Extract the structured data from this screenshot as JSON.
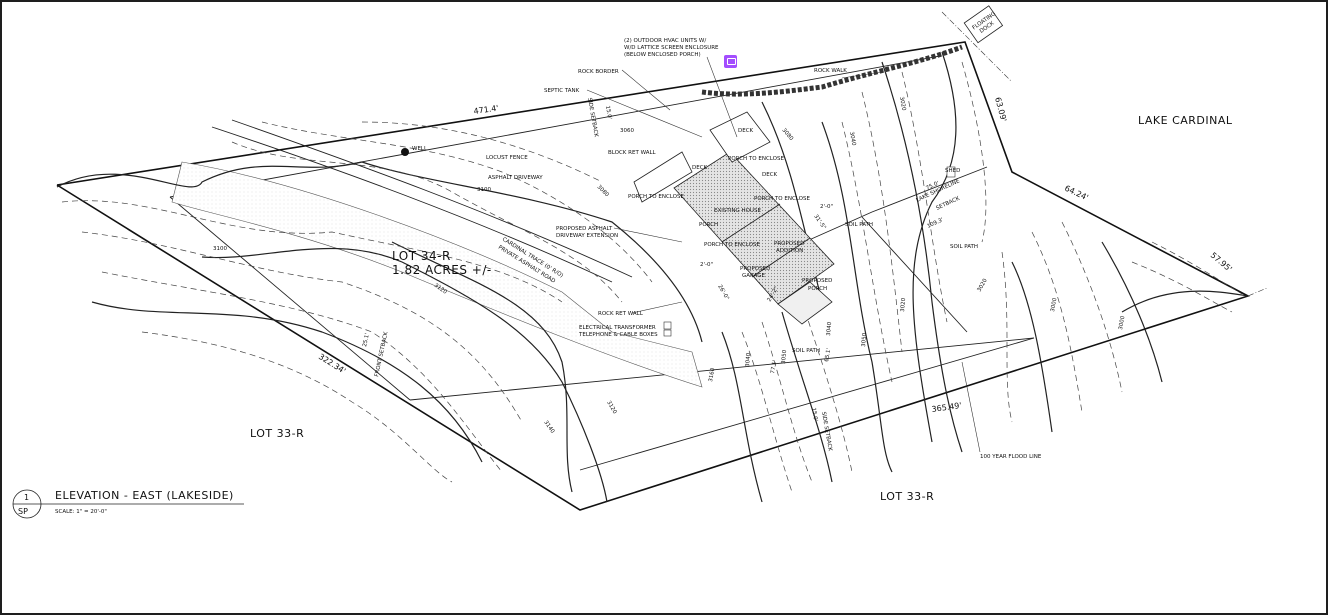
{
  "drawing": {
    "title": "ELEVATION - EAST (LAKESIDE)",
    "scale": "SCALE: 1\" = 20'-0\"",
    "detail_number": "1",
    "sheet": "SP"
  },
  "areas": {
    "lake": "LAKE CARDINAL",
    "lot_name": "LOT 34-R",
    "lot_acres": "1.82  ACRES +/-",
    "lot_left": "LOT 33-R",
    "lot_bottom": "LOT 33-R"
  },
  "dimensions": {
    "top": "471.4'",
    "right_upper": "63.09'",
    "right_mid": "64.24'",
    "right_lower": "57.95'",
    "left": "322.34'",
    "bottom": "365.49'",
    "front_setback_dim": "25.1'",
    "side_setback_dim": "15.0'",
    "side_setback_dim_2": "15.0'",
    "shoreline_setback_dim": "75.0'",
    "house_width": "26'-0\"",
    "offset_1": "2'-0\"",
    "offset_2": "2'-0\"",
    "dist_1": "31'-5\"",
    "dist_2": "24'-2\"",
    "dist_3": "77.1'",
    "dist_4": "65.1'",
    "dist_5": "109.3'"
  },
  "labels": {
    "hvac_1": "(2)  OUTDOOR HVAC UNITS W/",
    "hvac_2": "W/D LATTICE SCREEN ENCLOSURE",
    "hvac_3": "(BELOW ENCLOSED PORCH)",
    "rock_border": "ROCK BORDER",
    "septic": "SEPTIC TANK",
    "rock_walk": "ROCK WALK",
    "floating_dock_1": "FLOATING",
    "floating_dock_2": "DOCK",
    "block_wall": "BLOCK RET WALL",
    "locust_fence": "LOCUST FENCE",
    "asphalt_drive": "ASPHALT DRIVEWAY",
    "proposed_drive_1": "PROPOSED ASPHALT",
    "proposed_drive_2": "DRIVEWAY EXTENSION",
    "road_1": "CARDINAL TRACE (0' R/O)",
    "road_2": "PRIVATE ASPHALT ROAD",
    "rock_ret_wall": "ROCK RET WALL",
    "transformer": "ELECTRICAL TRANSFORMER",
    "telephone": "TELEPHONE & CABLE BOXES",
    "front_setback": "FRONT SETBACK",
    "side_setback": "SIDE SETBACK",
    "shoreline_1": "75.0'",
    "shoreline_2": "LAKE SHORELINE",
    "shoreline_3": "SETBACK",
    "shed": "SHED",
    "soil_path_1": "SOIL PATH",
    "soil_path_2": "SOIL PATH",
    "soil_path_3": "SOIL PATH",
    "flood_line": "100 YEAR FLOOD LINE",
    "well": "WELL",
    "deck_1": "DECK",
    "deck_2": "DECK",
    "deck_3": "DECK",
    "existing_house": "EXISTING HOUSE",
    "porch_enclose_1": "PORCH TO ENCLOSE",
    "porch_enclose_2": "PORCH TO ENCLOSE",
    "porch_enclose_3": "PORCH TO ENCLOSE",
    "porch_enclose_4": "PORCH TO ENCLOSE",
    "porch": "PORCH",
    "proposed_addition_1": "PROPOSED",
    "proposed_addition_2": "ADDITION",
    "proposed_garage_1": "PROPOSED",
    "proposed_garage_2": "GARAGE",
    "proposed_porch_1": "PROPOSED",
    "proposed_porch_2": "PORCH"
  },
  "contours": [
    "3060",
    "3080",
    "3100",
    "3120",
    "3140",
    "3160",
    "3040",
    "3050",
    "3020",
    "3000"
  ],
  "annotation_color": "#a34dff"
}
